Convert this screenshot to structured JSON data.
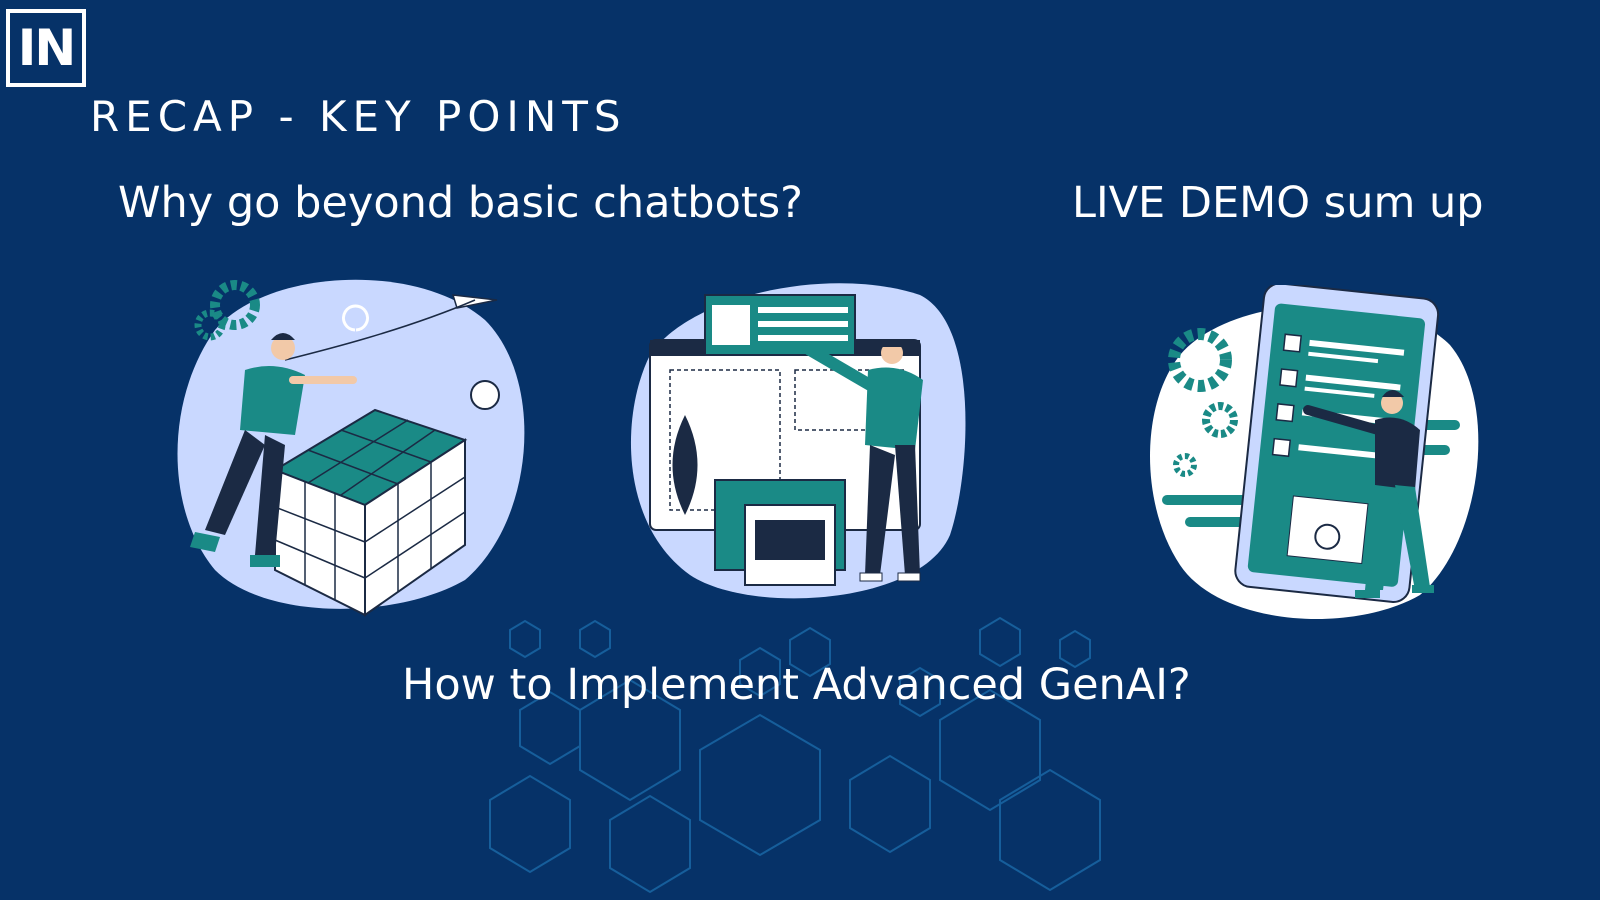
{
  "logo": {
    "text": "IN"
  },
  "slide": {
    "title": "RECAP - KEY POINTS",
    "sections": [
      {
        "label": "Why go beyond basic chatbots?"
      },
      {
        "label": "LIVE DEMO sum up"
      },
      {
        "label": "How to Implement Advanced GenAI?"
      }
    ]
  },
  "illustrations": [
    {
      "icon": "person-rubiks-cube-illustration"
    },
    {
      "icon": "person-web-layout-illustration"
    },
    {
      "icon": "person-mobile-checklist-illustration"
    }
  ],
  "colors": {
    "background": "#063268",
    "accent": "#1a8a86",
    "blob": "#c9d8ff",
    "text": "#ffffff"
  }
}
